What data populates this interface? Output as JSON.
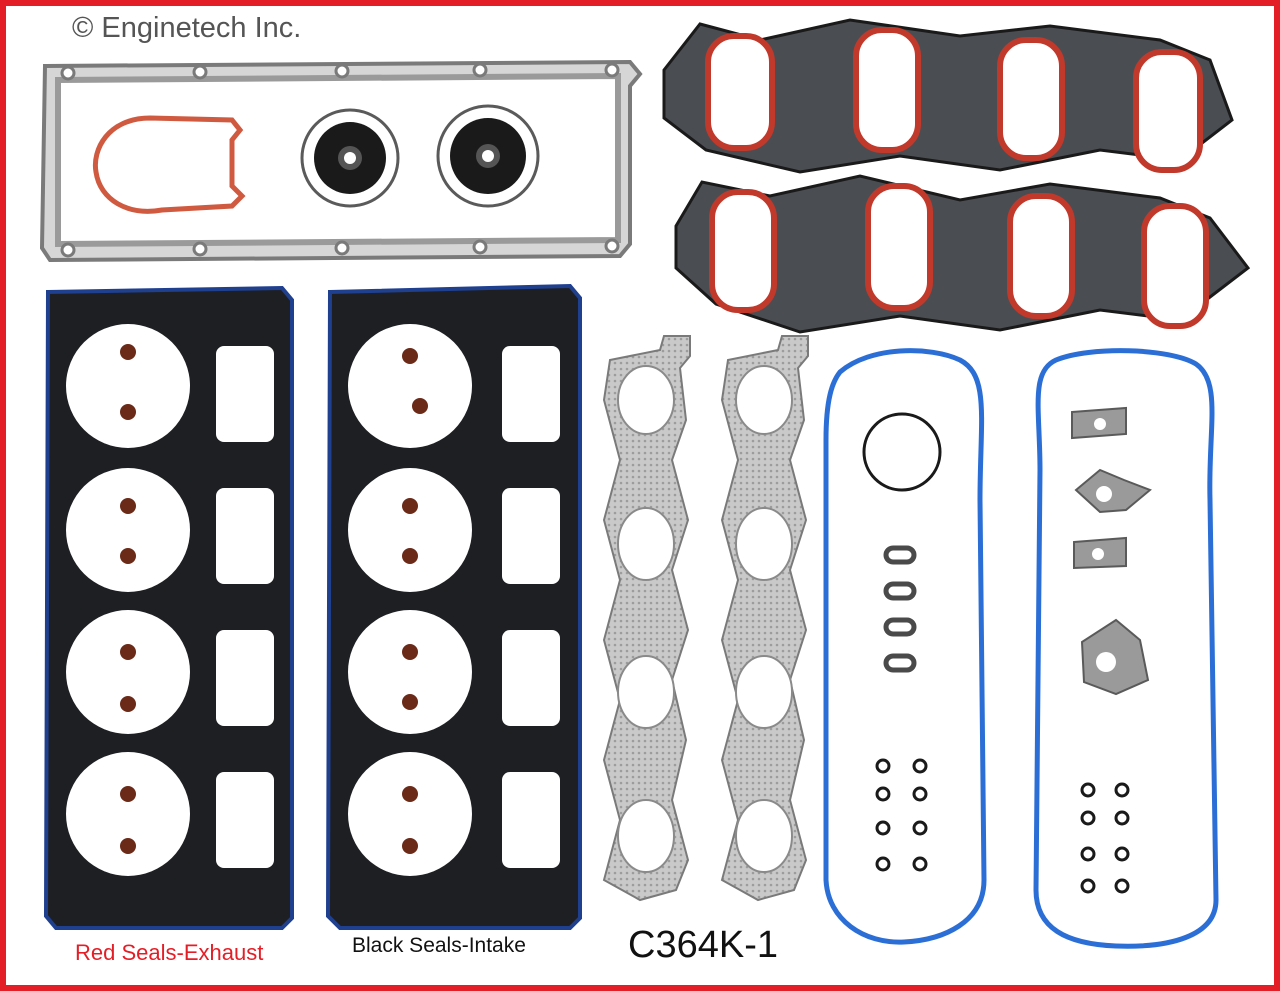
{
  "copyright": "© Enginetech Inc.",
  "captions": {
    "red_seals": "Red Seals-Exhaust",
    "black_seals": "Black Seals-Intake"
  },
  "part_number": "C364K-1",
  "colors": {
    "frame": "#e41e26",
    "gasket_black": "#1e1f22",
    "gasket_edge_blue": "#1f3f8f",
    "seal_red": "#c0392b",
    "valley_blue": "#2b6fd6",
    "exhaust_gray": "#bdbdbd",
    "plate_gray": "#c8c8c8"
  },
  "icons": {
    "head_gasket": "head-gasket-icon",
    "intake_gasket": "intake-manifold-gasket-icon",
    "exhaust_gasket": "exhaust-manifold-gasket-icon",
    "valley_cover_gasket": "valley-cover-gasket-icon",
    "o_ring": "o-ring-icon",
    "valve_stem_seal": "valve-stem-seal-icon"
  }
}
